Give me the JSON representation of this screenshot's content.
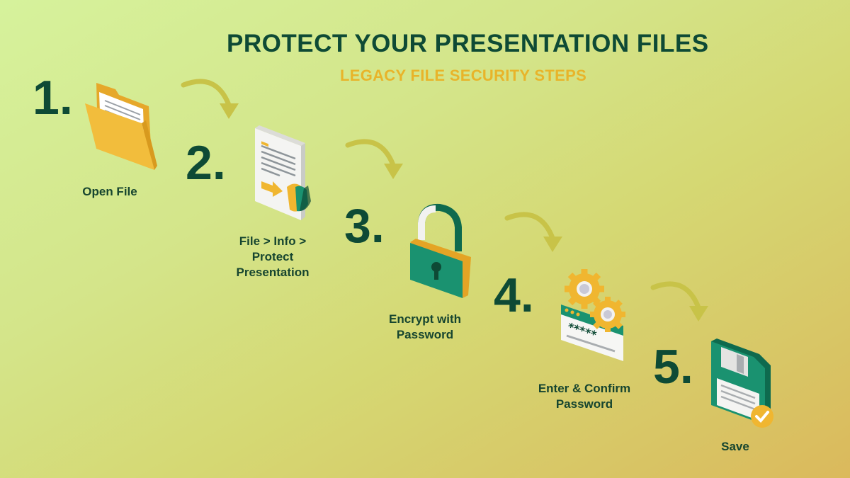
{
  "header": {
    "title": "PROTECT YOUR PRESENTATION FILES",
    "subtitle": "LEGACY FILE SECURITY STEPS"
  },
  "colors": {
    "dark_green": "#0e4a35",
    "accent_yellow": "#e8b42a",
    "teal": "#1a9270",
    "arrow": "#c8bf45"
  },
  "steps": [
    {
      "number": "1.",
      "label": "Open File",
      "icon": "open-folder-icon"
    },
    {
      "number": "2.",
      "label": "File > Info > Protect Presentation",
      "label_lines": [
        "File > Info >",
        "Protect",
        "Presentation"
      ],
      "icon": "document-shield-icon"
    },
    {
      "number": "3.",
      "label": "Encrypt with Password",
      "label_lines": [
        "Encrypt with",
        "Password"
      ],
      "icon": "padlock-icon"
    },
    {
      "number": "4.",
      "label": "Enter & Confirm Password",
      "label_lines": [
        "Enter & Confirm",
        "Password"
      ],
      "icon": "password-gears-icon",
      "password_mask": "*****"
    },
    {
      "number": "5.",
      "label": "Save",
      "icon": "floppy-disk-check-icon"
    }
  ]
}
